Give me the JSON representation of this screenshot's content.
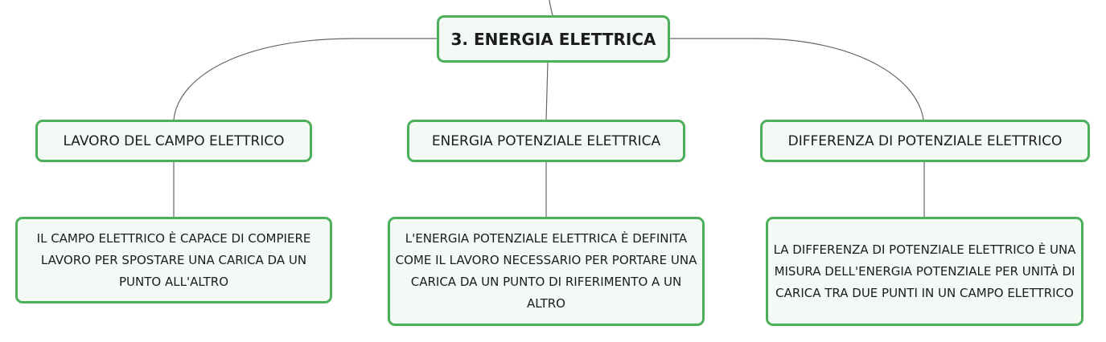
{
  "root": {
    "label": "3. ENERGIA ELETTRICA"
  },
  "branches": [
    {
      "title": "LAVORO DEL CAMPO ELETTRICO",
      "description": "IL CAMPO ELETTRICO È CAPACE DI COMPIERE LAVORO PER SPOSTARE UNA CARICA DA UN PUNTO ALL'ALTRO"
    },
    {
      "title": "ENERGIA POTENZIALE ELETTRICA",
      "description": "L'ENERGIA POTENZIALE ELETTRICA È DEFINITA COME IL LAVORO NECESSARIO PER PORTARE UNA CARICA DA UN PUNTO DI RIFERIMENTO A UN ALTRO"
    },
    {
      "title": "DIFFERENZA DI POTENZIALE ELETTRICO",
      "description": "LA DIFFERENZA DI POTENZIALE ELETTRICO È UNA MISURA DELL'ENERGIA POTENZIALE PER UNITÀ DI CARICA TRA DUE PUNTI IN UN CAMPO ELETTRICO"
    }
  ],
  "colors": {
    "node_border": "#4caf5a",
    "node_fill": "#f3f9f4",
    "connector": "#666666",
    "text": "#1c1c1c"
  }
}
